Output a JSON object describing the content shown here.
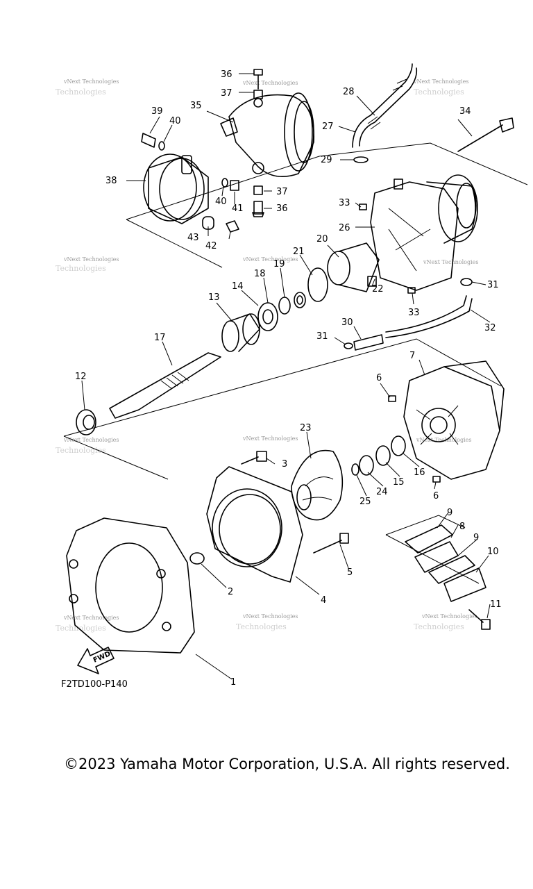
{
  "drawing_code": "F2TD100-P140",
  "copyright": "©2023 Yamaha Motor Corporation, U.S.A. All rights reserved.",
  "fwd_label": "FWD",
  "watermark": {
    "small": "vNext Technologies",
    "large": "Technologies"
  },
  "callouts": [
    "1",
    "2",
    "3",
    "4",
    "5",
    "6",
    "6",
    "7",
    "8",
    "9",
    "9",
    "10",
    "11",
    "12",
    "13",
    "14",
    "15",
    "16",
    "17",
    "18",
    "19",
    "20",
    "21",
    "22",
    "23",
    "24",
    "25",
    "26",
    "27",
    "28",
    "29",
    "30",
    "31",
    "31",
    "32",
    "33",
    "33",
    "34",
    "35",
    "36",
    "36",
    "37",
    "37",
    "38",
    "39",
    "40",
    "40",
    "41",
    "42",
    "43"
  ]
}
